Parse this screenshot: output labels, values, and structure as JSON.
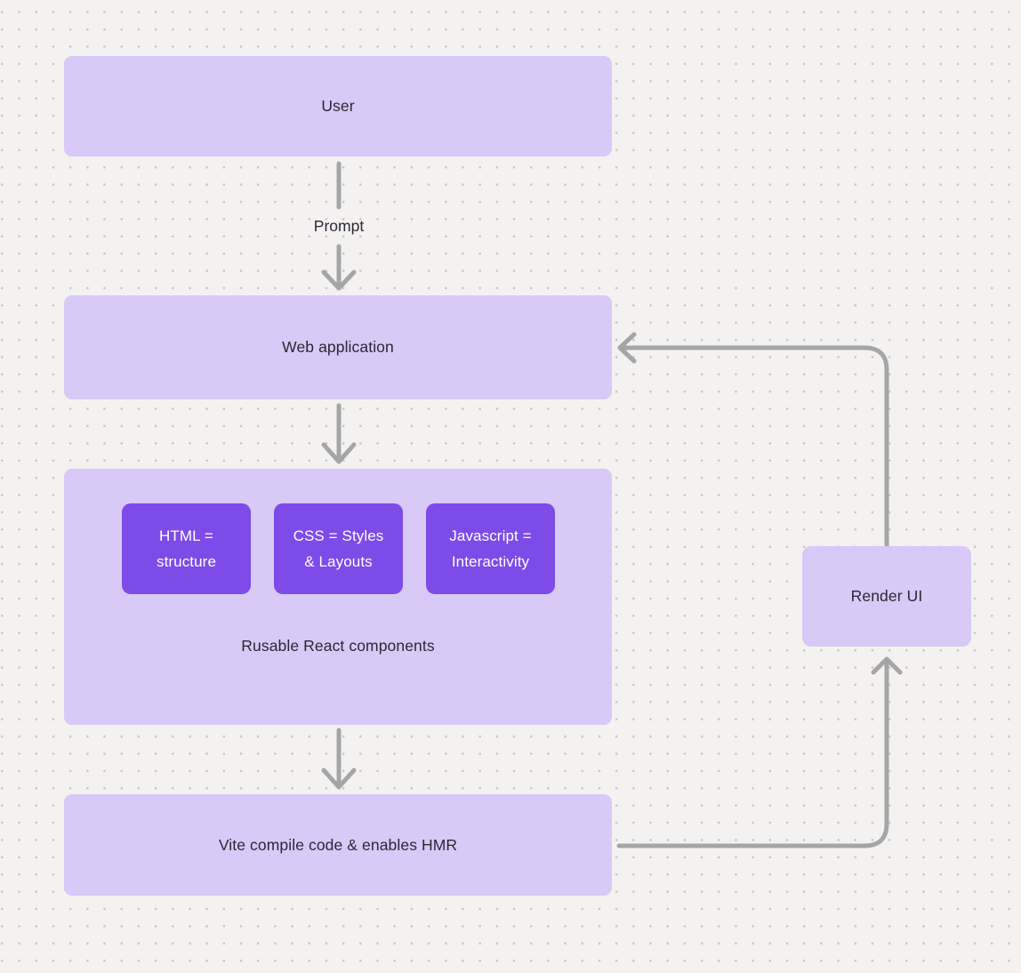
{
  "diagram": {
    "colors": {
      "background": "#f3f2f1",
      "dot": "#c7c5c3",
      "node_light": "#d8c9f7",
      "node_dark": "#7c4be8",
      "text_dark": "#2b2833",
      "text_light": "#ffffff",
      "connector": "#a5a5a5"
    },
    "nodes": {
      "user": {
        "label": "User"
      },
      "web_application": {
        "label": "Web application"
      },
      "components": {
        "label": "Rusable React components",
        "children": [
          {
            "label": "HTML = structure"
          },
          {
            "label": "CSS = Styles & Layouts"
          },
          {
            "label": "Javascript = Interactivity"
          }
        ]
      },
      "vite": {
        "label": "Vite compile code & enables HMR"
      },
      "render_ui": {
        "label": "Render UI"
      }
    },
    "edges": [
      {
        "from": "user",
        "to": "web_application",
        "label": "Prompt"
      },
      {
        "from": "web_application",
        "to": "components",
        "label": ""
      },
      {
        "from": "components",
        "to": "vite",
        "label": ""
      },
      {
        "from": "vite",
        "to": "render_ui",
        "label": ""
      },
      {
        "from": "render_ui",
        "to": "web_application",
        "label": ""
      }
    ]
  }
}
